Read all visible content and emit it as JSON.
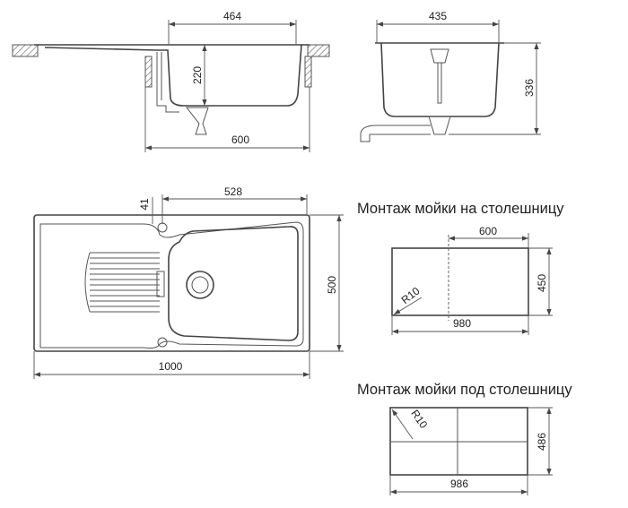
{
  "side_view_long": {
    "width_bowl": "464",
    "depth": "220",
    "cabinet": "600"
  },
  "side_view_short": {
    "width": "435",
    "height": "336"
  },
  "top_view": {
    "bowl_length": "528",
    "offset": "41",
    "width": "500",
    "length": "1000"
  },
  "mount_on_top": {
    "title": "Монтаж мойки на столешницу",
    "bowl_cut": "600",
    "depth": "450",
    "length": "980",
    "radius": "R10"
  },
  "mount_under": {
    "title": "Монтаж мойки под столешницу",
    "depth": "486",
    "length": "986",
    "radius": "R10"
  }
}
